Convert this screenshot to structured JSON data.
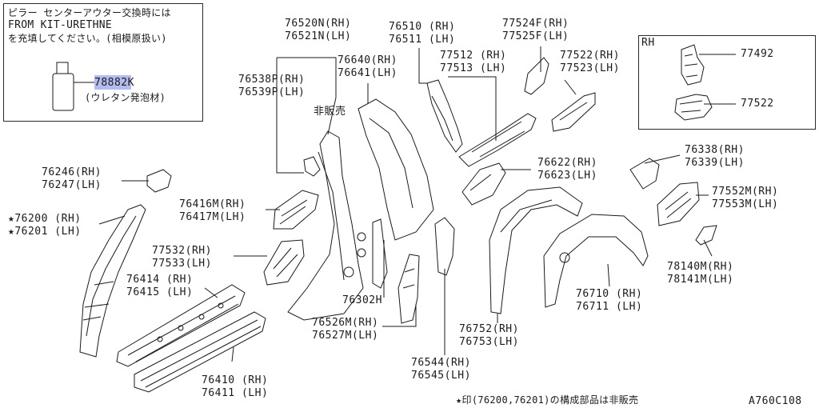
{
  "note_box": {
    "line1": "ピラー センターアウター交換時には",
    "line2": "FROM KIT-URETHNE",
    "line3": "を充填してください。(相模原扱い)",
    "part_no": "78882K",
    "part_desc": "(ウレタン発泡材)"
  },
  "rh_box": {
    "title": "RH",
    "parts": [
      "77492",
      "77522"
    ]
  },
  "labels": {
    "p76520": "76520N(RH)\n76521N(LH)",
    "p76510": "76510 (RH)\n76511 (LH)",
    "p77524": "77524F(RH)\n77525F(LH)",
    "p76640": "76640(RH)\n76641(LH)",
    "p77512": "77512 (RH)\n77513 (LH)",
    "p77522": "77522(RH)\n77523(LH)",
    "p76538": "76538P(RH)\n76539P(LH)",
    "hihanbai": "非販売",
    "p76246": "76246(RH)\n76247(LH)",
    "p76200": "★76200 (RH)\n★76201 (LH)",
    "p76416": "76416M(RH)\n76417M(LH)",
    "p77532": "77532(RH)\n77533(LH)",
    "p76414": "76414 (RH)\n76415 (LH)",
    "p76410": "76410 (RH)\n76411 (LH)",
    "p76302": "76302H",
    "p76526": "76526M(RH)\n76527M(LH)",
    "p76544": "76544(RH)\n76545(LH)",
    "p76752": "76752(RH)\n76753(LH)",
    "p76710": "76710 (RH)\n76711 (LH)",
    "p76622": "76622(RH)\n76623(LH)",
    "p76338": "76338(RH)\n76339(LH)",
    "p77552": "77552M(RH)\n77553M(LH)",
    "p78140": "78140M(RH)\n78141M(LH)"
  },
  "footer": {
    "note": "★印(76200,76201)の構成部品は非販売",
    "code": "A760C108"
  },
  "colors": {
    "line": "#1a1a1a",
    "highlight": "#9aa6e8"
  }
}
